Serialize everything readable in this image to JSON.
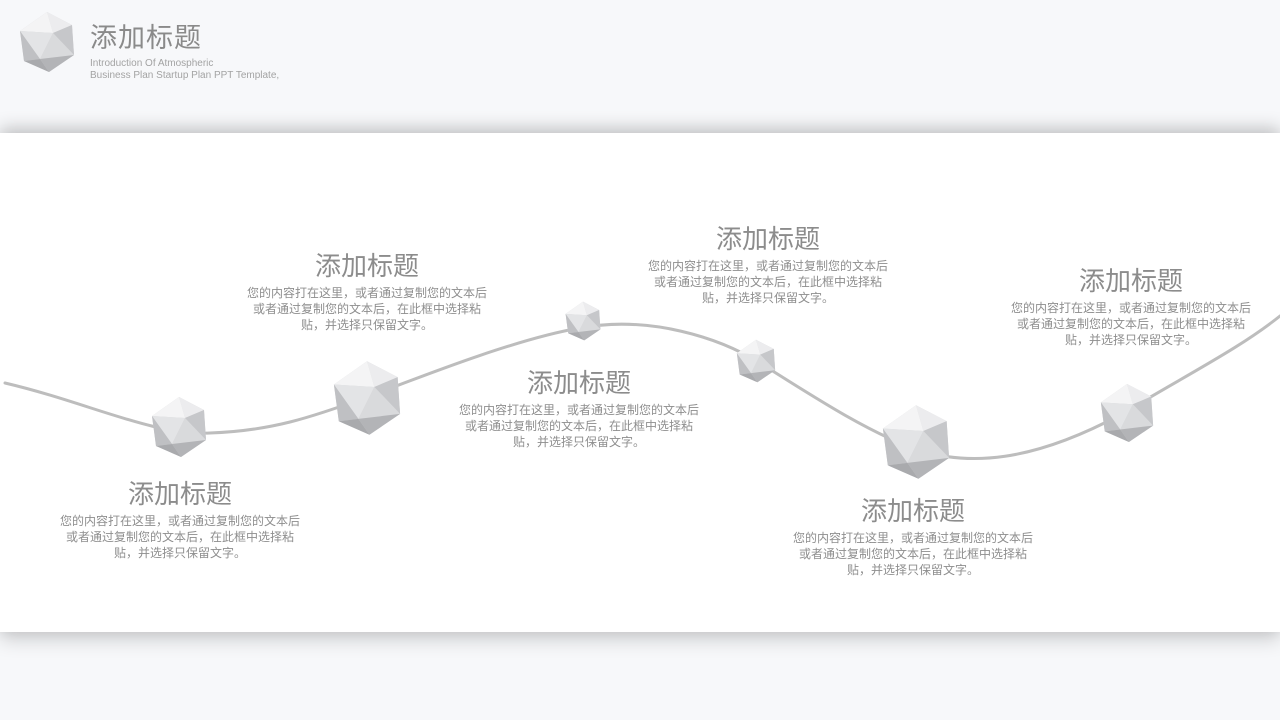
{
  "header": {
    "title": "添加标题",
    "subtitle_line1": "Introduction Of Atmospheric",
    "subtitle_line2": "Business Plan Startup Plan PPT Template,"
  },
  "items": [
    {
      "title": "添加标题",
      "body": "您的内容打在这里，或者通过复制您的文本后或者通过复制您的文本后，在此框中选择粘贴，并选择只保留文字。"
    },
    {
      "title": "添加标题",
      "body": "您的内容打在这里，或者通过复制您的文本后或者通过复制您的文本后，在此框中选择粘贴，并选择只保留文字。"
    },
    {
      "title": "添加标题",
      "body": "您的内容打在这里，或者通过复制您的文本后或者通过复制您的文本后，在此框中选择粘贴，并选择只保留文字。"
    },
    {
      "title": "添加标题",
      "body": "您的内容打在这里，或者通过复制您的文本后或者通过复制您的文本后，在此框中选择粘贴，并选择只保留文字。"
    },
    {
      "title": "添加标题",
      "body": "您的内容打在这里，或者通过复制您的文本后或者通过复制您的文本后，在此框中选择粘贴，并选择只保留文字。"
    },
    {
      "title": "添加标题",
      "body": "您的内容打在这里，或者通过复制您的文本后或者通过复制您的文本后，在此框中选择粘贴，并选择只保留文字。"
    }
  ],
  "colors": {
    "background": "#f7f8fa",
    "panel": "#ffffff",
    "curve": "#bdbdbd",
    "text": "#8c8c8c"
  }
}
